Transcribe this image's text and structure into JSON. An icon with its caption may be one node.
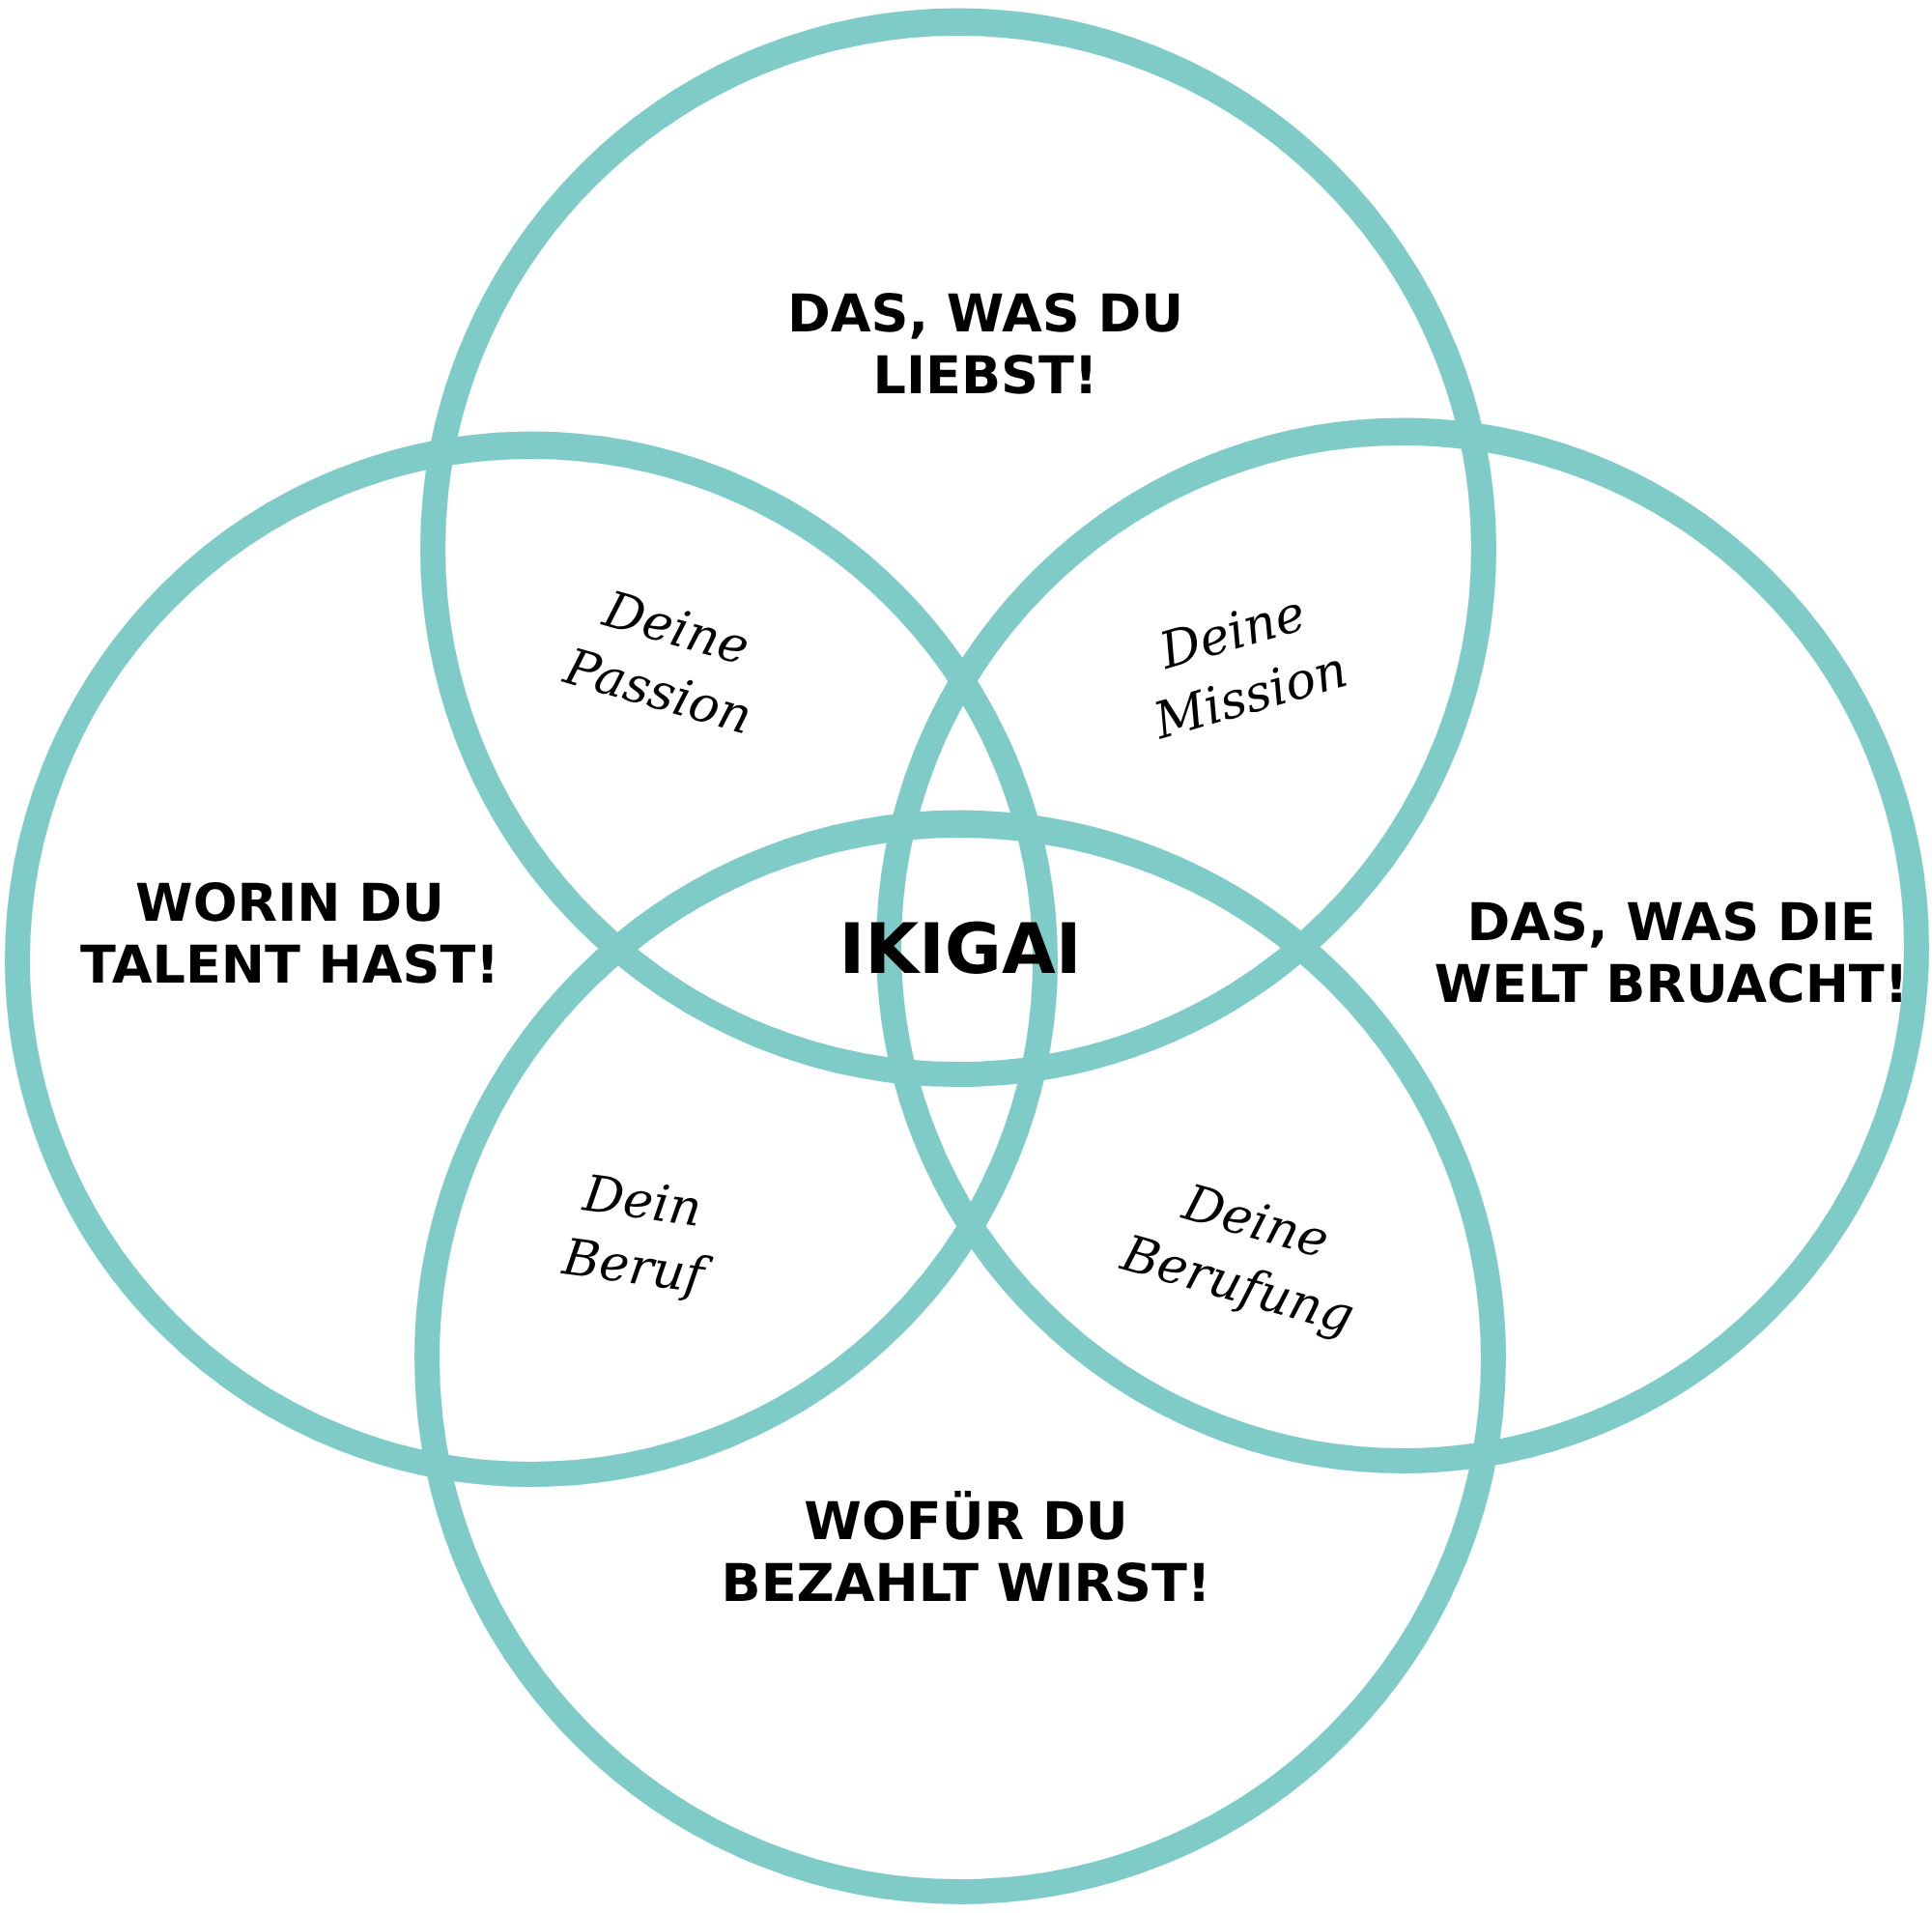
{
  "diagram": {
    "nodes": [
      {
        "text": [
          "DAS, WAS DU LIEBST!"
        ]
      },
      {
        "text": [
          "WORIN DU TALENT HAST!"
        ]
      },
      {
        "text": [
          "DAS, WAS DIE WELT BRUACHT!"
        ]
      },
      {
        "text": [
          "WOFÜR DU BEZAHLT WIRST!"
        ]
      }
    ],
    "labels": [
      "Deine Passion",
      "Deine Mission",
      "IKIGAI",
      "Dein Beruf",
      "Deine Berufung"
    ]
  }
}
